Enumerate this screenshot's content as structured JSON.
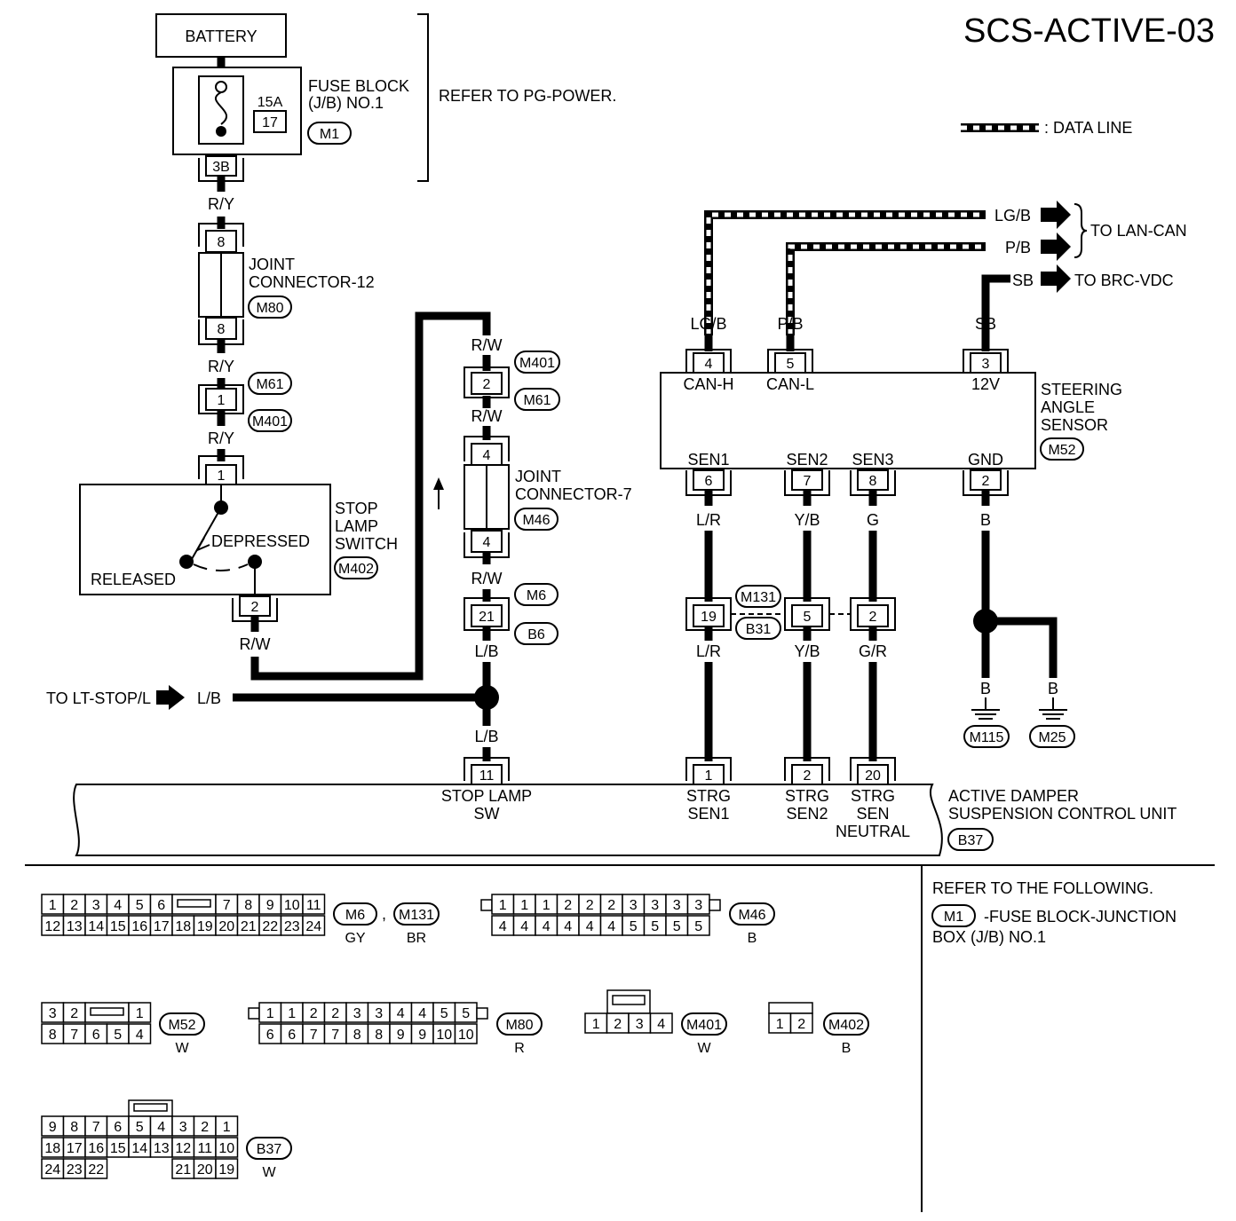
{
  "title": "SCS-ACTIVE-03",
  "legend": {
    "label": ": DATA LINE"
  },
  "battery": "BATTERY",
  "fuse_block": {
    "line1": "FUSE BLOCK",
    "line2": "(J/B) NO.1",
    "amp": "15A",
    "fuse_no": "17",
    "connector": "M1",
    "terminal": "3B",
    "refer": "REFER TO PG-POWER."
  },
  "wires": {
    "ry": "R/Y",
    "rw": "R/W",
    "lb": "L/B",
    "lgb": "LG/B",
    "pb": "P/B",
    "sb": "SB",
    "lr": "L/R",
    "yb": "Y/B",
    "g": "G",
    "gr": "G/R",
    "b": "B"
  },
  "joint12": {
    "line1": "JOINT",
    "line2": "CONNECTOR-12",
    "connector": "M80",
    "top": "8",
    "bottom": "8"
  },
  "m61_m401": {
    "terminal": "1",
    "upper": "M61",
    "lower": "M401"
  },
  "stop_lamp_switch": {
    "line1": "STOP",
    "line2": "LAMP",
    "line3": "SWITCH",
    "connector": "M402",
    "depressed": "DEPRESSED",
    "released": "RELEASED",
    "term_top": "1",
    "term_bottom": "2"
  },
  "rw_branch": {
    "upper_conn": "M401",
    "lower_conn": "M61",
    "terminal": "2"
  },
  "joint7": {
    "line1": "JOINT",
    "line2": "CONNECTOR-7",
    "connector": "M46",
    "top": "4",
    "bottom": "4"
  },
  "m6_b6": {
    "terminal": "21",
    "upper": "M6",
    "lower": "B6"
  },
  "to_lt_stop": "TO LT-STOP/L",
  "to_lan_can": "TO LAN-CAN",
  "to_brc_vdc": "TO BRC-VDC",
  "steering_sensor": {
    "line1": "STEERING",
    "line2": "ANGLE",
    "line3": "SENSOR",
    "connector": "M52",
    "terms_top": [
      {
        "no": "4",
        "label": "CAN-H"
      },
      {
        "no": "5",
        "label": "CAN-L"
      },
      {
        "no": "3",
        "label": "12V"
      }
    ],
    "terms_bottom": [
      {
        "no": "6",
        "label": "SEN1"
      },
      {
        "no": "7",
        "label": "SEN2"
      },
      {
        "no": "8",
        "label": "SEN3"
      },
      {
        "no": "2",
        "label": "GND"
      }
    ]
  },
  "m131_b31": {
    "t1": "19",
    "t2": "5",
    "t3": "2",
    "upper": "M131",
    "lower": "B31"
  },
  "grounds": [
    "M115",
    "M25"
  ],
  "control_unit": {
    "line1": "ACTIVE DAMPER",
    "line2": "SUSPENSION CONTROL UNIT",
    "connector": "B37",
    "terms": [
      {
        "no": "11",
        "l1": "STOP LAMP",
        "l2": "SW",
        "l3": ""
      },
      {
        "no": "1",
        "l1": "STRG",
        "l2": "SEN1",
        "l3": ""
      },
      {
        "no": "2",
        "l1": "STRG",
        "l2": "SEN2",
        "l3": ""
      },
      {
        "no": "20",
        "l1": "STRG",
        "l2": "SEN",
        "l3": "NEUTRAL"
      }
    ]
  },
  "refer_box": {
    "line1": "REFER TO THE FOLLOWING.",
    "conn": "M1",
    "line2": "-FUSE BLOCK-JUNCTION",
    "line3": "BOX (J/B) NO.1"
  },
  "connector_faces": {
    "m6": {
      "label1": "M6",
      "label2": "M131",
      "color1": "GY",
      "color2": "BR",
      "row1": [
        "1",
        "2",
        "3",
        "4",
        "5",
        "6",
        "7",
        "8",
        "9",
        "10",
        "11"
      ],
      "row2": [
        "12",
        "13",
        "14",
        "15",
        "16",
        "17",
        "18",
        "19",
        "20",
        "21",
        "22",
        "23",
        "24"
      ]
    },
    "m46": {
      "label": "M46",
      "color": "B",
      "row1": [
        "1",
        "1",
        "1",
        "2",
        "2",
        "2",
        "3",
        "3",
        "3",
        "3"
      ],
      "row2": [
        "4",
        "4",
        "4",
        "4",
        "4",
        "4",
        "5",
        "5",
        "5",
        "5"
      ]
    },
    "m52": {
      "label": "M52",
      "color": "W",
      "row1": [
        "3",
        "2",
        "1"
      ],
      "row2": [
        "8",
        "7",
        "6",
        "5",
        "4"
      ]
    },
    "m80": {
      "label": "M80",
      "color": "R",
      "row1": [
        "1",
        "1",
        "2",
        "2",
        "3",
        "3",
        "4",
        "4",
        "5",
        "5"
      ],
      "row2": [
        "6",
        "6",
        "7",
        "7",
        "8",
        "8",
        "9",
        "9",
        "10",
        "10"
      ]
    },
    "m401": {
      "label": "M401",
      "color": "W",
      "row1": [
        "1",
        "2",
        "3",
        "4"
      ]
    },
    "m402": {
      "label": "M402",
      "color": "B",
      "row1": [
        "1",
        "2"
      ]
    },
    "b37": {
      "label": "B37",
      "color": "W",
      "row1": [
        "9",
        "8",
        "7",
        "6",
        "5",
        "4",
        "3",
        "2",
        "1"
      ],
      "row2": [
        "18",
        "17",
        "16",
        "15",
        "14",
        "13",
        "12",
        "11",
        "10"
      ],
      "row3a": [
        "24",
        "23",
        "22"
      ],
      "row3b": [
        "21",
        "20",
        "19"
      ]
    }
  }
}
